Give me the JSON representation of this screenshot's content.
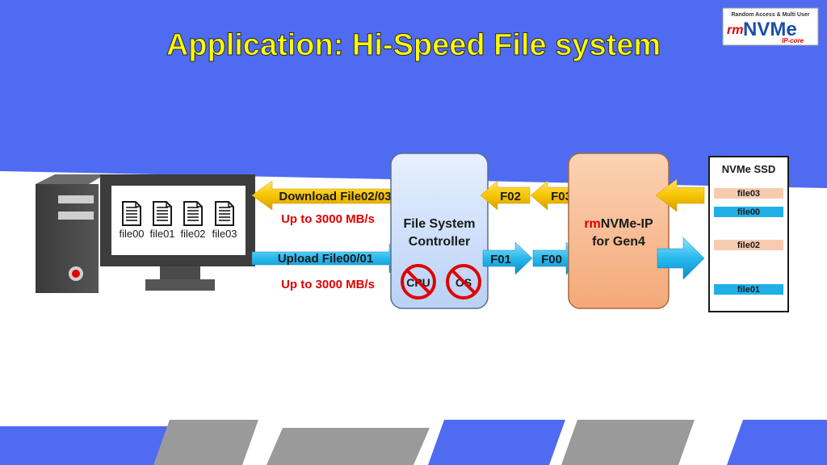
{
  "title": "Application: Hi-Speed File system",
  "logo": {
    "tagline": "Random Access & Multi User",
    "brand_prefix": "rm",
    "brand_main": "NVMe",
    "brand_suffix": "IP-core"
  },
  "pc": {
    "files": [
      "file00",
      "file01",
      "file02",
      "file03"
    ]
  },
  "arrows": {
    "download_label": "Download File02/03",
    "download_speed": "Up to 3000 MB/s",
    "upload_label": "Upload File00/01",
    "upload_speed": "Up to 3000 MB/s"
  },
  "controller": {
    "line1": "File System",
    "line2": "Controller",
    "no_cpu": "CPU",
    "no_os": "OS"
  },
  "chunks": {
    "f02": "F02",
    "f03": "F03",
    "f01": "F01",
    "f00": "F00"
  },
  "ip": {
    "prefix": "rm",
    "name": "NVMe-IP",
    "sub": "for Gen4"
  },
  "ssd": {
    "title": "NVMe SSD",
    "slots": [
      "file03",
      "file00",
      "file02",
      "file01"
    ]
  },
  "colors": {
    "blue_band": "#4f6bf2",
    "title_yellow": "#ffff00",
    "download_arrow": "#f7c500",
    "upload_arrow": "#27b8ec",
    "controller_fill": "#cfe0fa",
    "ip_fill": "#f7b98e",
    "speed_red": "#e00000",
    "ssd_file_peach": "#f7cbb0",
    "ssd_file_blue": "#1fb0e6"
  }
}
